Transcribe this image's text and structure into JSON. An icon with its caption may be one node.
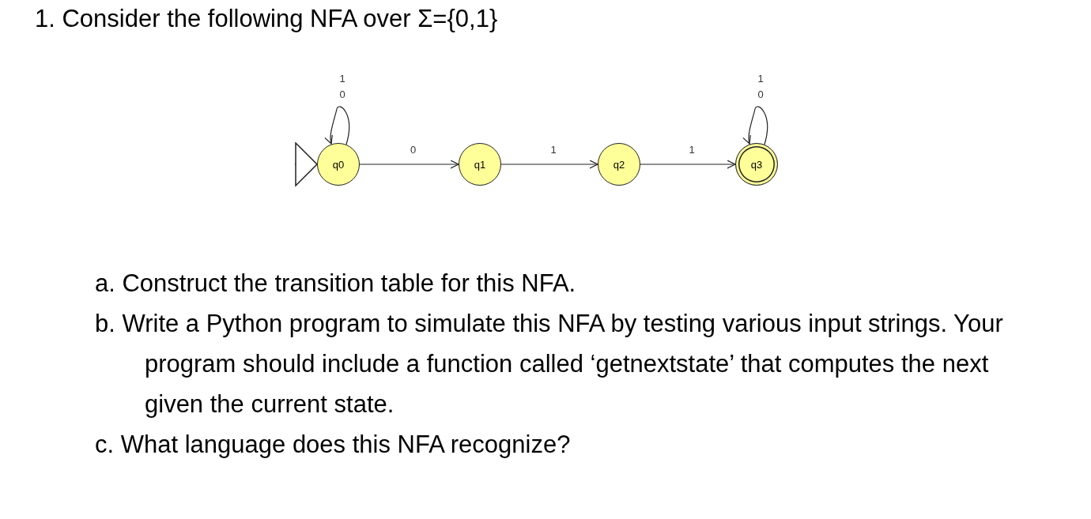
{
  "diagram": {
    "title": "1. Consider the following NFA over Σ={0,1}",
    "nodes": [
      {
        "text": [
          "q0"
        ]
      },
      {
        "text": [
          "q1"
        ]
      },
      {
        "text": [
          "q2"
        ]
      },
      {
        "text": [
          "q3"
        ]
      }
    ],
    "edges": [
      {
        "from": null,
        "to": 0,
        "arrow": "to"
      },
      {
        "from": 0,
        "to": 1,
        "arrow": "to",
        "label": "0"
      },
      {
        "from": 1,
        "to": 2,
        "arrow": "to",
        "label": "1"
      },
      {
        "from": 2,
        "to": 3,
        "arrow": "to",
        "label": "1"
      },
      {
        "from": 0,
        "to": 0,
        "arrow": "to",
        "label": "1 0"
      },
      {
        "from": 3,
        "to": 3,
        "arrow": "to",
        "label": "1 0"
      }
    ],
    "labels": [
      "a. Construct the transition table for this NFA.",
      "b. Write a Python program to simulate this NFA by testing various input strings. Your program should include a function called ‘getnextstate’ that computes the next given the current state.",
      "c. What language does this NFA recognize?"
    ]
  }
}
